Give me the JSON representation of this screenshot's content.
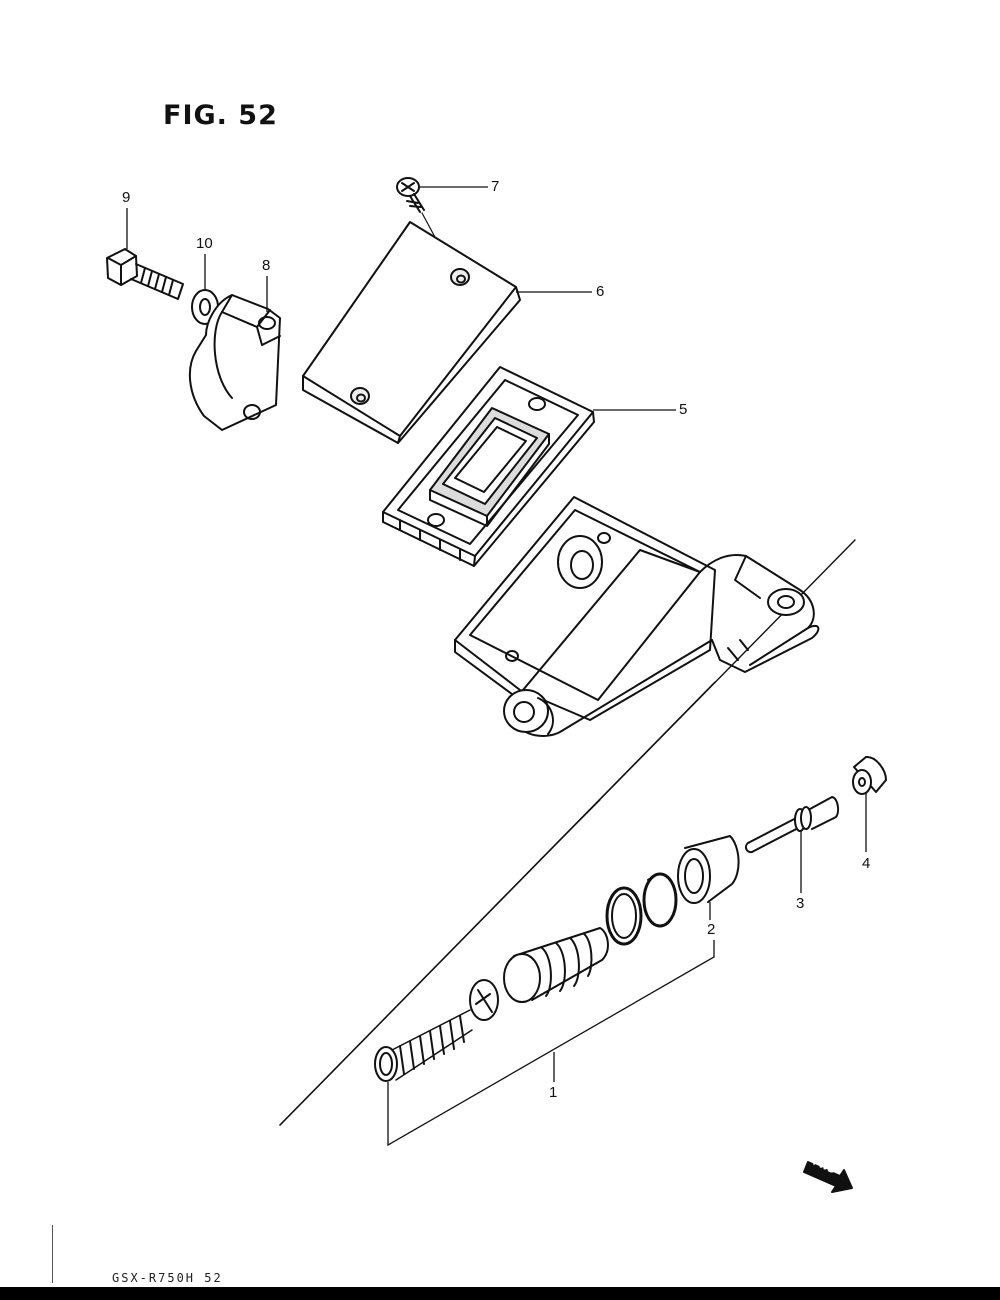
{
  "figure": {
    "title": "FIG. 52"
  },
  "callouts": [
    {
      "id": "1",
      "text": "1"
    },
    {
      "id": "2",
      "text": "2"
    },
    {
      "id": "3",
      "text": "3"
    },
    {
      "id": "4",
      "text": "4"
    },
    {
      "id": "5",
      "text": "5"
    },
    {
      "id": "6",
      "text": "6"
    },
    {
      "id": "7",
      "text": "7"
    },
    {
      "id": "8",
      "text": "8"
    },
    {
      "id": "9",
      "text": "9"
    },
    {
      "id": "10",
      "text": "10"
    }
  ],
  "direction_badge": {
    "text": "FWD"
  },
  "footer": {
    "code": "GSX-R750H 52"
  },
  "colors": {
    "ink": "#111111",
    "paper": "#ffffff",
    "fill": "#d7d7d7"
  }
}
